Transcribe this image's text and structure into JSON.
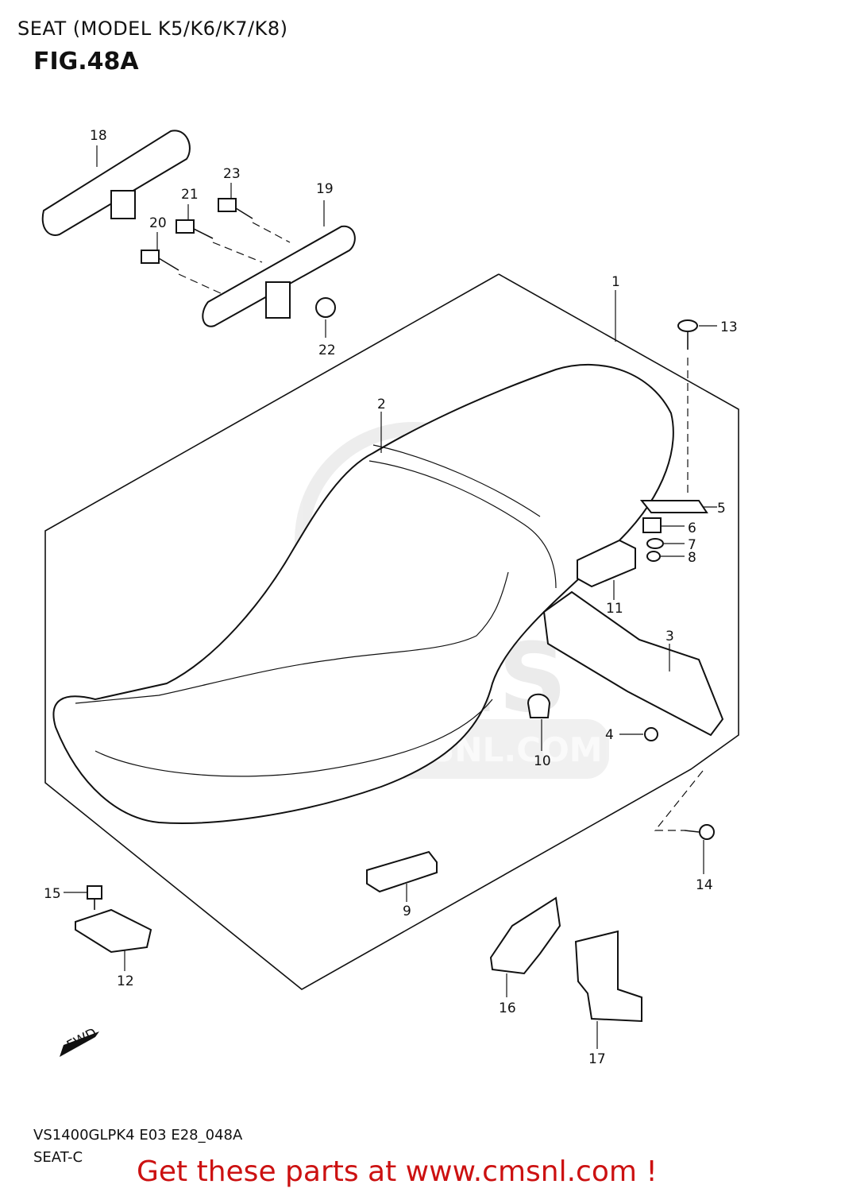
{
  "page": {
    "header": "SEAT (MODEL K5/K6/K7/K8)",
    "figure": "FIG.48A",
    "code_line_1": "VS1400GLPK4 E03 E28_048A",
    "code_line_2": "SEAT-C",
    "call_to_action": "Get these parts at www.cmsnl.com !"
  },
  "watermark": {
    "brand": "CMS",
    "url": "WWW.CMSNL.COM"
  },
  "direction_marker": "FWD",
  "callouts": [
    "1",
    "2",
    "3",
    "4",
    "5",
    "6",
    "7",
    "8",
    "9",
    "10",
    "11",
    "12",
    "13",
    "14",
    "15",
    "16",
    "17",
    "18",
    "19",
    "20",
    "21",
    "22",
    "23"
  ]
}
